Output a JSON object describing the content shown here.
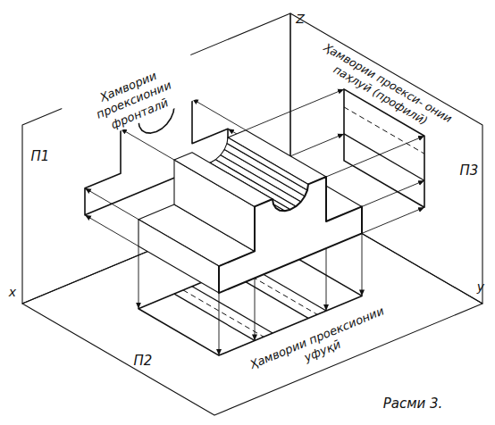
{
  "diagram": {
    "caption": "Расми 3.",
    "labels": [
      "Π1",
      "Ҳамвории проексионии фронталӣ",
      "Z",
      "Ҳамвории проекси- онии паҳлуӣ (профилӣ)",
      "Π3",
      "x",
      "y",
      "Ҳамвории проексионии уфуқӣ",
      "Π2"
    ]
  }
}
